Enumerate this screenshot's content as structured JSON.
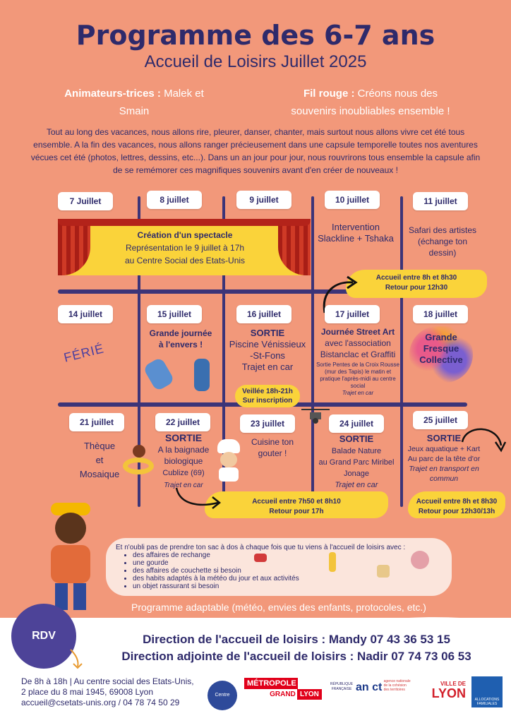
{
  "header": {
    "title": "Programme des 6-7 ans",
    "subtitle": "Accueil de Loisirs Juillet 2025"
  },
  "animateurs": {
    "label": "Animateurs-trices :",
    "names1": "Malek et",
    "names2": "Smain"
  },
  "fil_rouge": {
    "label": "Fil rouge :",
    "text1": "Créons nous des",
    "text2": "souvenirs inoubliables ensemble !"
  },
  "intro": "Tout au long des vacances, nous allons rire, pleurer, danser, chanter, mais surtout nous allons vivre cet été tous ensemble. A la fin des vacances, nous allons ranger précieusement dans une capsule temporelle toutes nos aventures vécues cet été (photos, lettres, dessins, etc...). Dans un an jour pour jour, nous rouvrirons tous ensemble la capsule afin de se remémorer ces magnifiques souvenirs avant d'en créer de nouveaux !",
  "week1": {
    "days": [
      "7 Juillet",
      "8 juillet",
      "9 juillet",
      "10 juillet",
      "11 juillet"
    ],
    "spectacle": {
      "title": "Création d'un spectacle",
      "line1": "Représentation le 9 juillet à 17h",
      "line2": "au Centre Social des Etats-Unis"
    },
    "d10": {
      "title": "Intervention",
      "text": "Slackline + Tshaka"
    },
    "d11": {
      "line1": "Safari des artistes",
      "line2": "(échange ton",
      "line3": "dessin)"
    },
    "accueil": {
      "line1": "Accueil entre 8h et 8h30",
      "line2": "Retour pour 12h30"
    }
  },
  "week2": {
    "days": [
      "14 juillet",
      "15 juillet",
      "16 juillet",
      "17 juillet",
      "18 juillet"
    ],
    "ferie": "FÉRIÉ",
    "d15": {
      "line1": "Grande journée",
      "line2": "à l'envers !"
    },
    "d16": {
      "sortie": "SORTIE",
      "line1": "Piscine Vénissieux",
      "line2": "-St-Fons",
      "line3": "Trajet en car"
    },
    "veillee": {
      "line1": "Veillée 18h-21h",
      "line2": "Sur inscription"
    },
    "d17": {
      "line1": "Journée Street Art",
      "line2": "avec l'association",
      "line3": "Bistanclac et Graffiti",
      "small1": "Sortie Pentes de la Croix Rousse",
      "small2": "(mur des Tapis) le matin et",
      "small3": "pratique l'après-midi au centre",
      "small4": "social",
      "small5": "Trajet en car"
    },
    "d18": {
      "line1": "Grande",
      "line2": "Fresque",
      "line3": "Collective"
    }
  },
  "week3": {
    "days": [
      "21 juillet",
      "22 juillet",
      "23 juillet",
      "24 juillet",
      "25 juillet"
    ],
    "d21": {
      "line1": "Thèque",
      "line2": "et",
      "line3": "Mosaique"
    },
    "d22": {
      "sortie": "SORTIE",
      "line1": "A la baignade",
      "line2": "biologique",
      "line3": "Cublize (69)",
      "line4": "Trajet en car"
    },
    "d23": {
      "line1": "Cuisine ton",
      "line2": "gouter !"
    },
    "d24": {
      "sortie": "SORTIE",
      "line1": "Balade Nature",
      "line2": "au Grand Parc Miribel",
      "line3": "Jonage",
      "line4": "Trajet en car"
    },
    "d25": {
      "sortie": "SORTIE",
      "line1": "Jeux aquatique + Kart",
      "line2": "Au parc de la tête d'or",
      "line3": "Trajet en transport en",
      "line4": "commun"
    },
    "accueil_a": {
      "line1": "Accueil entre 7h50 et 8h10",
      "line2": "Retour pour 17h"
    },
    "accueil_b": {
      "line1": "Accueil entre 8h et 8h30",
      "line2": "Retour pour 12h30/13h"
    }
  },
  "checklist": {
    "intro": "Et n'oubli pas de prendre ton sac à dos à chaque fois que tu viens à l'accueil de loisirs avec :",
    "items": [
      "des affaires de rechange",
      "une gourde",
      "des affaires de couchette si besoin",
      "des habits adaptés à la météo du jour et aux activités",
      "un objet rassurant si besoin"
    ]
  },
  "adaptable": "Programme adaptable (météo, envies des enfants, protocoles, etc.)",
  "footer": {
    "rdv": "RDV",
    "direction": "Direction de l'accueil de loisirs : Mandy 07 43 36 53 15",
    "adjointe": "Direction adjointe de l'accueil de loisirs : Nadir 07 74 73 06 53",
    "addr1": "De 8h à 18h | Au centre social des Etats-Unis,",
    "addr2": "2 place du 8 mai 1945, 69008 Lyon",
    "addr3": "accueil@csetats-unis.org  / 04 78 74 50 29",
    "logos": {
      "centre_social": "Centre Social",
      "metropole1": "MÉTROPOLE",
      "metropole2": "GRAND",
      "metropole3": "LYON",
      "republique": "RÉPUBLIQUE FRANÇAISE",
      "anct": "an ct",
      "anct_sub": "agence nationale de la cohésion des territoires",
      "ville1": "VILLE DE",
      "ville2": "LYON",
      "caf": "ALLOCATIONS FAMILIALES"
    }
  },
  "colors": {
    "background": "#f2987a",
    "navy": "#2e2a6b",
    "yellow": "#fad33a",
    "purple": "#4d4398"
  }
}
